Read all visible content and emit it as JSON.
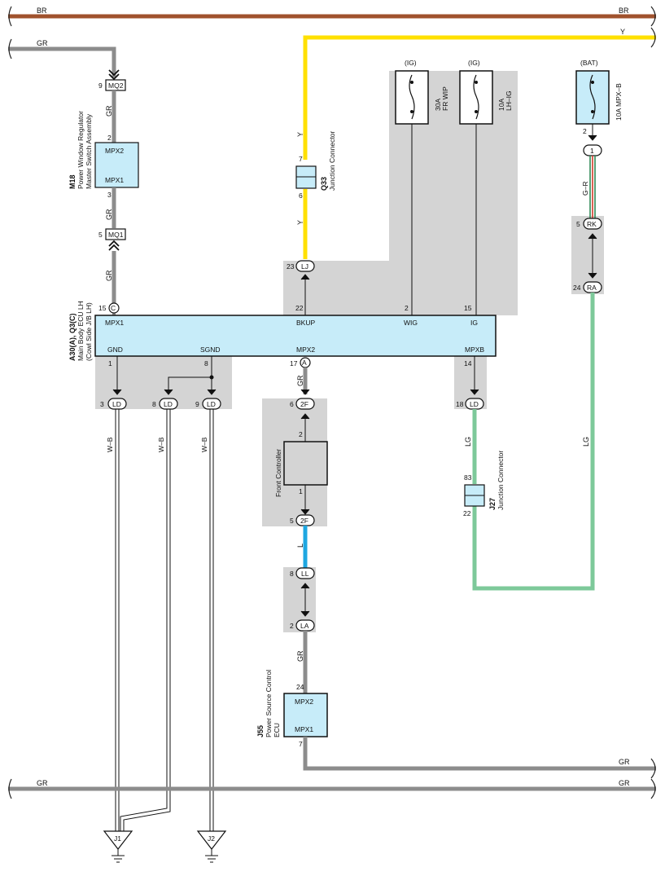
{
  "colors": {
    "br": "#a0522d",
    "gr": "#8c8c8c",
    "y": "#ffe000",
    "lg": "#7dc99a",
    "l": "#1ea7e1",
    "gr_r": "#2e8b57",
    "box_fill": "#c7ecf9",
    "shade": "#d4d4d4"
  },
  "wires": {
    "br_left": "BR",
    "br_right": "BR",
    "gr_top": "GR",
    "y_right": "Y",
    "gr_m18_top": "GR",
    "gr_m18_mid": "GR",
    "gr_m18_bot": "GR",
    "y_q33_top": "Y",
    "y_q33_bot": "Y",
    "g_r": "G–R",
    "lg_right": "LG",
    "wb1": "W–B",
    "wb2": "W–B",
    "wb3": "W–B",
    "gr_mpx2": "GR",
    "l_blue": "L",
    "lg_j27": "LG",
    "gr_j55": "GR",
    "gr_bottom_right": "GR",
    "gr_bus_left": "GR",
    "gr_bus_right": "GR"
  },
  "fuses": [
    {
      "top_label": "(IG)",
      "name": "30A\nFR WIP"
    },
    {
      "top_label": "(IG)",
      "name": "10A\nLH–IG"
    },
    {
      "top_label": "(BAT)",
      "name": "10A MPX–B"
    }
  ],
  "m18": {
    "code": "M18",
    "name": "Power Window Regulator\nMaster Switch Assembly",
    "pin_top": "MPX2",
    "pin_bot": "MPX1",
    "pin_num_top": "2",
    "pin_num_bot": "3",
    "conn_top": {
      "num": "9",
      "label": "MQ2"
    },
    "conn_bot": {
      "num": "5",
      "label": "MQ1"
    }
  },
  "q33": {
    "code": "Q33",
    "name": "Junction Connector",
    "pin_top": "7",
    "pin_bot": "6"
  },
  "j27": {
    "code": "J27",
    "name": "Junction Connector",
    "pin_top": "83",
    "pin_bot": "22"
  },
  "ecu": {
    "code": "A30(A), Q3(C)",
    "name": "Main Body ECU LH\n(Cowl Side J/B LH)",
    "terms_top": [
      {
        "label": "MPX1",
        "num": "15",
        "conn": "C"
      },
      {
        "label": "BKUP",
        "num": "22"
      },
      {
        "label": "WIG",
        "num": "2"
      },
      {
        "label": "IG",
        "num": "15"
      }
    ],
    "terms_bot": [
      {
        "label": "GND",
        "num": "1"
      },
      {
        "label": "SGND",
        "num": "8"
      },
      {
        "label": "MPX2",
        "num": "17",
        "conn": "A"
      },
      {
        "label": "MPXB",
        "num": "14"
      }
    ]
  },
  "connectors": {
    "lj": {
      "num": "23",
      "label": "LJ"
    },
    "one": {
      "num": "2",
      "label": "1"
    },
    "rk": {
      "num": "5",
      "label": "RK"
    },
    "ra": {
      "num": "24",
      "label": "RA"
    },
    "ld1": {
      "num": "3",
      "label": "LD"
    },
    "ld2": {
      "num": "8",
      "label": "LD"
    },
    "ld3": {
      "num": "9",
      "label": "LD"
    },
    "ld4": {
      "num": "18",
      "label": "LD"
    },
    "f2_top": {
      "num": "6",
      "label": "2F"
    },
    "f2_bot": {
      "num": "5",
      "label": "2F"
    },
    "ll": {
      "num": "8",
      "label": "LL"
    },
    "la": {
      "num": "2",
      "label": "LA"
    }
  },
  "front_controller": {
    "name": "Front Controller",
    "pin_top": "2",
    "pin_bot": "1"
  },
  "j55": {
    "code": "J55",
    "name": "Power Source Control\nECU",
    "pin_top": "MPX2",
    "pin_bot": "MPX1",
    "pin_num_top": "24",
    "pin_num_bot": "7"
  },
  "grounds": {
    "j1": "J1",
    "j2": "J2"
  }
}
